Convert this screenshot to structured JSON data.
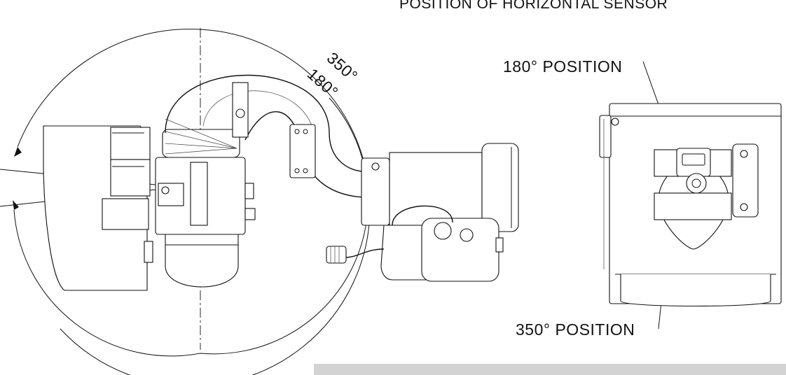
{
  "header": {
    "title": "POSITION OF HORIZONTAL SENSOR"
  },
  "rotation": {
    "outer_angle": "350°",
    "inner_angle": "180°"
  },
  "side_view": {
    "label_top": "180° POSITION",
    "label_bottom": "350° POSITION"
  },
  "colors": {
    "line": "#111111",
    "background": "#ffffff",
    "footer_bar": "#d3d3d3"
  }
}
